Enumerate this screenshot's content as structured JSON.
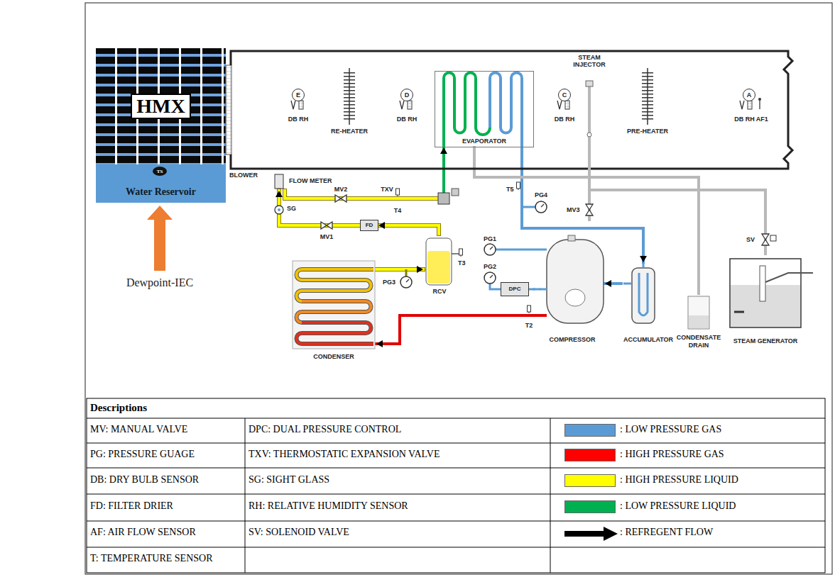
{
  "diagram": {
    "nodes": [
      {
        "text": [
          "HMX"
        ]
      },
      {
        "text": [
          "Water Reservoir"
        ]
      },
      {
        "text": [
          "TS"
        ],
        "in": 1
      },
      {
        "text": [
          "E"
        ]
      },
      {
        "text": [
          "D"
        ]
      },
      {
        "text": [
          "EVAPORATOR"
        ]
      },
      {
        "text": [
          "C"
        ]
      },
      {
        "text": [
          "A"
        ]
      },
      {
        "text": [
          "FLOW METER"
        ]
      },
      {
        "text": [
          "FD"
        ]
      },
      {
        "text": [
          "RCV"
        ]
      },
      {
        "text": [
          "CONDENSER"
        ]
      },
      {
        "text": [
          "DPC"
        ]
      },
      {
        "text": [
          "COMPRESSOR"
        ]
      },
      {
        "text": [
          "ACCUMULATOR"
        ]
      },
      {
        "text": [
          "CONDENSATE DRAIN"
        ]
      },
      {
        "text": [
          "STEAM GENERATOR"
        ]
      }
    ],
    "edges": [
      {
        "from": 13,
        "to": 11,
        "arrow": "to"
      },
      {
        "from": 11,
        "to": 10,
        "arrow": "to"
      },
      {
        "from": 10,
        "to": 9,
        "arrow": "to"
      },
      {
        "from": 9,
        "to": 8,
        "arrow": "to"
      },
      {
        "from": 8,
        "to": 5,
        "arrow": "to"
      },
      {
        "from": 5,
        "to": 14,
        "arrow": "to"
      },
      {
        "from": 14,
        "to": 13,
        "arrow": "to"
      },
      {
        "from": 5,
        "to": 15,
        "arrow": "none"
      },
      {
        "from": 12,
        "to": 13,
        "arrow": "none"
      }
    ],
    "labels": [
      "DB RH",
      "RE-HEATER",
      "DB RH",
      "DB RH",
      "STEAM INJECTOR",
      "PRE-HEATER",
      "DB RH AF1",
      "BLOWER",
      "Dewpoint-IEC",
      "SG",
      "MV2",
      "TXV",
      "T4",
      "MV1",
      "T5",
      "PG4",
      "MV3",
      "T3",
      "PG3",
      "PG1",
      "PG2",
      "T2",
      "SV",
      "Descriptions",
      "MV: MANUAL VALVE",
      "DPC: DUAL PRESSURE CONTROL",
      "PG: PRESSURE GUAGE",
      "TXV: THERMOSTATIC EXPANSION VALVE",
      "DB: DRY BULB SENSOR",
      "SG: SIGHT GLASS",
      "FD: FILTER DRIER",
      "RH: RELATIVE HUMIDITY SENSOR",
      "AF: AIR FLOW SENSOR",
      "SV: SOLENOID VALVE",
      "T: TEMPERATURE SENSOR"
    ],
    "legend": [
      {
        "text": ": LOW PRESSURE GAS",
        "color": "#5b9bd5"
      },
      {
        "text": ": HIGH PRESSURE GAS",
        "color": "#ff0000"
      },
      {
        "text": ": HIGH PRESSURE LIQUID",
        "color": "#ffff00"
      },
      {
        "text": ": LOW PRESSURE LIQUID",
        "color": "#00b050"
      },
      {
        "text": ": REFREGENT FLOW"
      }
    ]
  }
}
